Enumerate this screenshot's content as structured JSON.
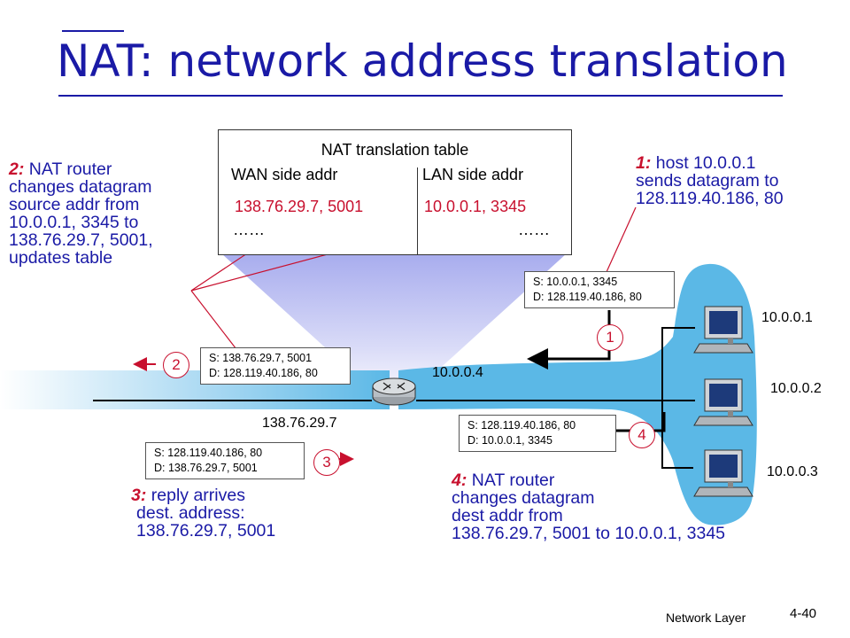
{
  "title": "NAT: network address translation",
  "table": {
    "caption": "NAT translation table",
    "wan_header": "WAN side addr",
    "lan_header": "LAN side addr",
    "wan_entry": "138.76.29.7, 5001",
    "lan_entry": "10.0.0.1, 3345",
    "wan_more": "……",
    "lan_more": "……"
  },
  "steps": {
    "step1": {
      "num": "1",
      "label": "1:",
      "lines": [
        "host 10.0.0.1",
        "sends datagram to",
        "128.119.40.186, 80"
      ]
    },
    "step2": {
      "num": "2",
      "label": "2:",
      "lines": [
        "NAT router",
        "changes datagram",
        "source addr from",
        "10.0.0.1, 3345 to",
        "138.76.29.7, 5001,",
        "updates table"
      ]
    },
    "step3": {
      "num": "3",
      "label": "3:",
      "lines": [
        "reply arrives",
        "dest. address:",
        "138.76.29.7, 5001"
      ]
    },
    "step4": {
      "num": "4",
      "label": "4:",
      "lines": [
        "NAT router",
        "changes datagram",
        "dest addr from",
        "138.76.29.7, 5001 to 10.0.0.1, 3345"
      ]
    }
  },
  "datagrams": {
    "d1": {
      "src": "S: 10.0.0.1, 3345",
      "dst": "D: 128.119.40.186, 80"
    },
    "d2": {
      "src": "S: 138.76.29.7, 5001",
      "dst": "D: 128.119.40.186, 80"
    },
    "d3": {
      "src": "S: 128.119.40.186, 80",
      "dst": "D: 138.76.29.7, 5001"
    },
    "d4": {
      "src": "S: 128.119.40.186, 80",
      "dst": "D: 10.0.0.1, 3345"
    }
  },
  "addresses": {
    "router_lan": "10.0.0.4",
    "router_wan": "138.76.29.7",
    "host1": "10.0.0.1",
    "host2": "10.0.0.2",
    "host3": "10.0.0.3"
  },
  "footer": {
    "section": "Network Layer",
    "page": "4-40"
  },
  "colors": {
    "title": "#1a1aa6",
    "accent": "#c8102e",
    "network": "#5bb8e6"
  }
}
